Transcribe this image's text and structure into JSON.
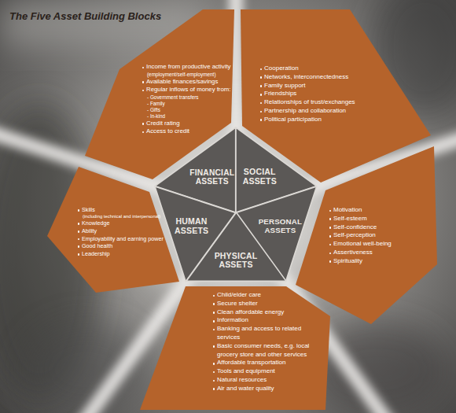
{
  "diagram": {
    "title": "The Five Asset Building Blocks",
    "nodes": [
      {
        "text": [
          "Income from productive activity",
          "(employment/self-employment)",
          "Available finances/savings",
          "Regular inflows of money from:",
          "- Government transfers",
          "- Family",
          "- Gifts",
          "- In-kind",
          "Credit rating",
          "Access to credit"
        ]
      },
      {
        "text": [
          "Cooperation",
          "Networks, interconnectedness",
          "Family support",
          "Friendships",
          "Relationships of trust/exchanges",
          "Partnership and collaboration",
          "Political participation"
        ]
      },
      {
        "text": [
          "Skills",
          "(including technical and interpersonal)",
          "Knowledge",
          "Ability",
          "Employability and earning power",
          "Good health",
          "Leadership"
        ]
      },
      {
        "text": [
          "Motivation",
          "Self-esteem",
          "Self-confidence",
          "Self-perception",
          "Emotional well-being",
          "Assertiveness",
          "Spirituality"
        ]
      },
      {
        "text": [
          "Child/elder care",
          "Secure shelter",
          "Clean affordable energy",
          "Information",
          "Banking and access to related services",
          "Basic consumer needs, e.g. local grocery store and other services",
          "Affordable transportation",
          "Tools and equipment",
          "Natural resources",
          "Air and water quality"
        ]
      },
      {
        "text": [
          "FINANCIAL ASSETS"
        ]
      },
      {
        "text": [
          "SOCIAL ASSETS"
        ]
      },
      {
        "text": [
          "HUMAN ASSETS"
        ]
      },
      {
        "text": [
          "PERSONAL ASSETS"
        ]
      },
      {
        "text": [
          "PHYSICAL ASSETS"
        ]
      }
    ]
  }
}
